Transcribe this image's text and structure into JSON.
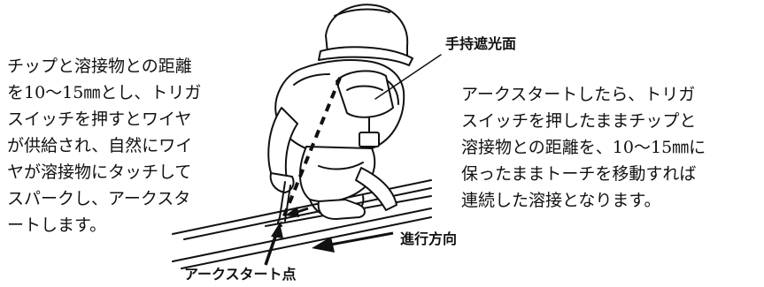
{
  "left_text": {
    "lines": [
      "チップと溶接物との距離",
      "を10～15㎜とし、トリガ",
      "スイッチを押すとワイヤ",
      "が供給され、自然にワイ",
      "ヤが溶接物にタッチして",
      "スパークし、アークスタ",
      "ートします。"
    ]
  },
  "right_text": {
    "lines": [
      "アークスタートしたら、トリガ",
      "スイッチを押したままチップと",
      "溶接物との距離を、10～15㎜に",
      "保ったままトーチを移動すれば",
      "連続した溶接となります。"
    ]
  },
  "labels": {
    "hand_shield": "手持遮光面",
    "travel_direction": "進行方向",
    "arc_start_point": "アークスタート点"
  },
  "figure": {
    "subject": "welder-with-hand-shield-and-torch",
    "line_color": "#111111"
  }
}
